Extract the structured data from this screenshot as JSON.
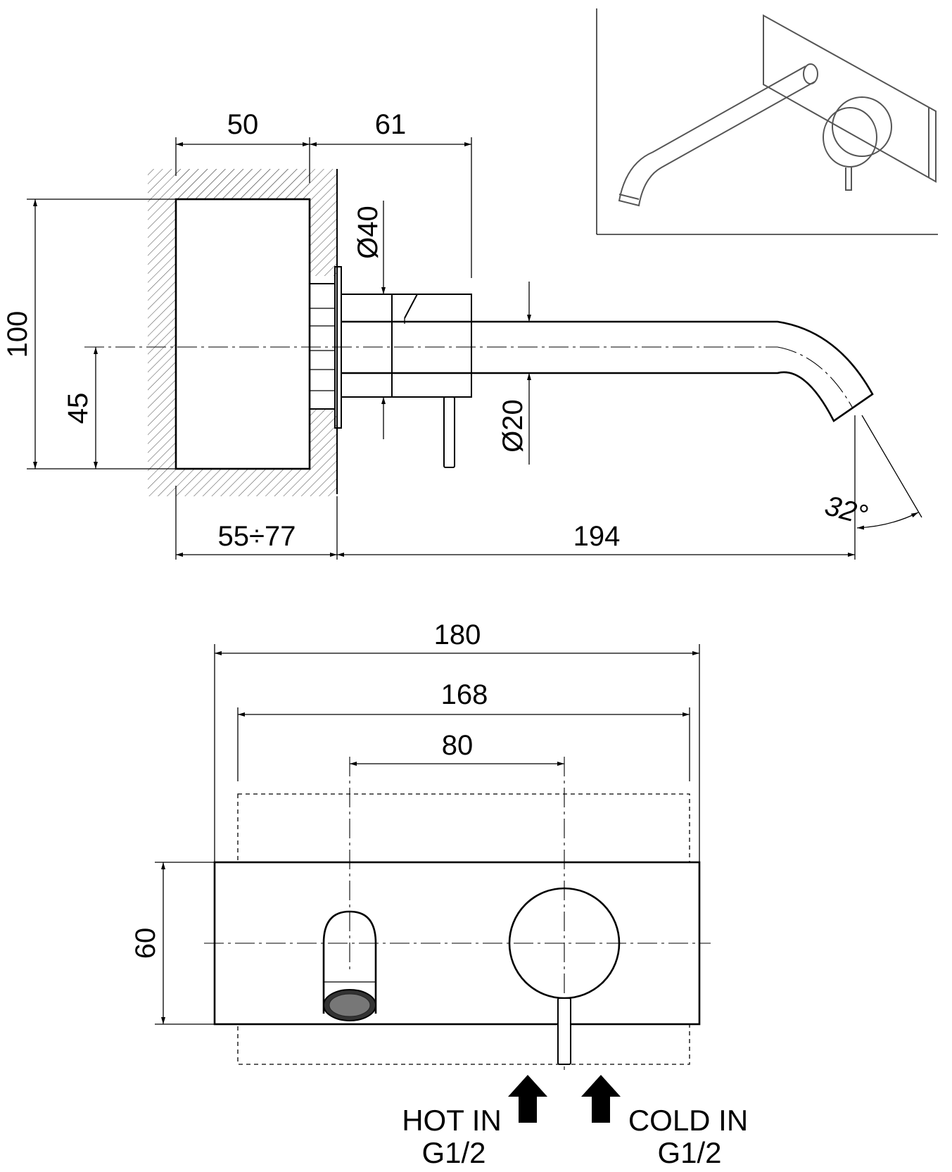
{
  "side_view": {
    "dim_top_left": "50",
    "dim_top_right": "61",
    "dim_height_total": "100",
    "dim_height_axis": "45",
    "dim_diameter_body": "Ø40",
    "dim_diameter_spout": "Ø20",
    "dim_angle": "32°",
    "dim_depth_range": "55÷77",
    "dim_projection": "194"
  },
  "front_view": {
    "dim_plate_width": "180",
    "dim_box_width": "168",
    "dim_centers": "80",
    "dim_plate_height": "60"
  },
  "inlets": {
    "hot_line1": "HOT IN",
    "hot_line2": "G1/2",
    "cold_line1": "COLD IN",
    "cold_line2": "G1/2"
  }
}
